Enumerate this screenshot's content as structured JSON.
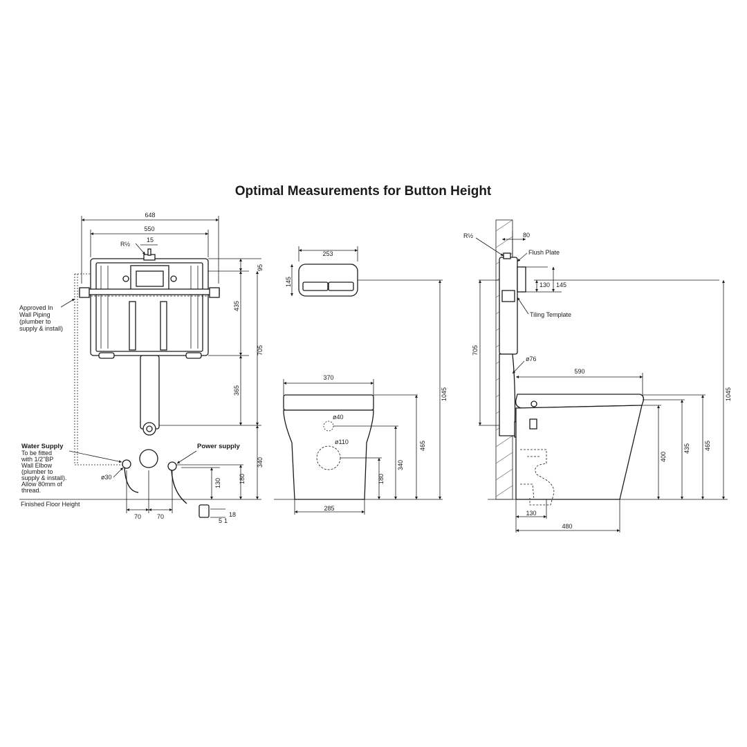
{
  "title": "Optimal Measurements for Button Height",
  "cistern": {
    "dims": {
      "w648": "648",
      "w550": "550",
      "r": "R½",
      "w15": "15",
      "h95": "95",
      "h435": "435",
      "h705": "705",
      "h365": "365",
      "h340": "340",
      "h130": "130",
      "h180": "180",
      "d30": "ø30",
      "w70a": "70",
      "w70b": "70",
      "s18": "18",
      "s5": "5",
      "s1": "1"
    },
    "notes": {
      "approved_line1": "Approved In",
      "approved_line2": "Wall Piping",
      "approved_line3": "(plumber to",
      "approved_line4": "supply & install)",
      "water_title": "Water Supply",
      "water_line1": "To be fitted",
      "water_line2": "with 1/2\"BP",
      "water_line3": "Wall Elbow",
      "water_line4": "(plumber to",
      "water_line5": "supply & install).",
      "water_line6": "Allow 80mm of",
      "water_line7": "thread.",
      "power": "Power supply",
      "floor": "Finished Floor Height"
    }
  },
  "front": {
    "dims": {
      "plate_w": "253",
      "plate_h": "145",
      "bowl_w": "370",
      "d40": "ø40",
      "d110": "ø110",
      "h340": "340",
      "h180": "180",
      "h465": "465",
      "h1045": "1045",
      "base_w": "285"
    }
  },
  "side": {
    "dims": {
      "r": "R½",
      "w80": "80",
      "h130": "130",
      "h145": "145",
      "h705": "705",
      "d76": "ø76",
      "w590": "590",
      "h400": "400",
      "h435": "435",
      "h465": "465",
      "h1045": "1045",
      "w130": "130",
      "w480": "480"
    },
    "notes": {
      "flush_plate": "Flush Plate",
      "tiling_template": "Tiling Template"
    }
  }
}
